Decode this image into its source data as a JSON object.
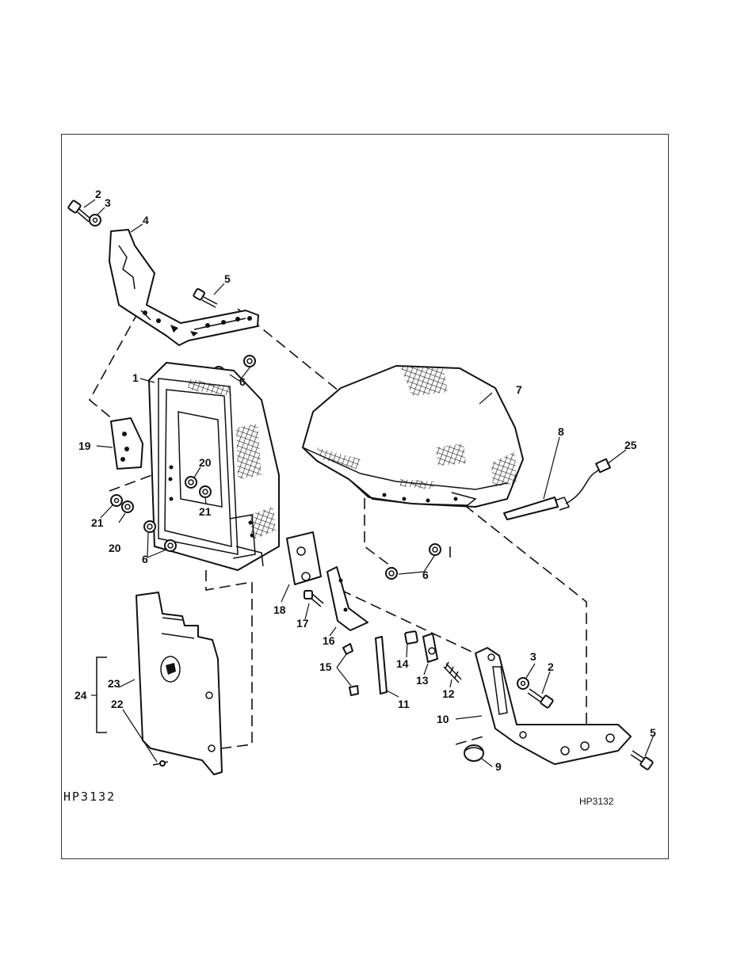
{
  "figure": {
    "id_left": "HP3132",
    "id_right": "HP3132"
  },
  "callouts": {
    "c1": "1",
    "c2a": "2",
    "c2b": "2",
    "c3a": "3",
    "c3b": "3",
    "c4": "4",
    "c5a": "5",
    "c5b": "5",
    "c6a": "6",
    "c6b": "6",
    "c6c": "6",
    "c7": "7",
    "c8": "8",
    "c9": "9",
    "c10": "10",
    "c11": "11",
    "c12": "12",
    "c13": "13",
    "c14": "14",
    "c15": "15",
    "c16": "16",
    "c17": "17",
    "c18": "18",
    "c19": "19",
    "c20a": "20",
    "c20b": "20",
    "c21a": "21",
    "c21b": "21",
    "c22": "22",
    "c23": "23",
    "c24": "24",
    "c25": "25"
  }
}
